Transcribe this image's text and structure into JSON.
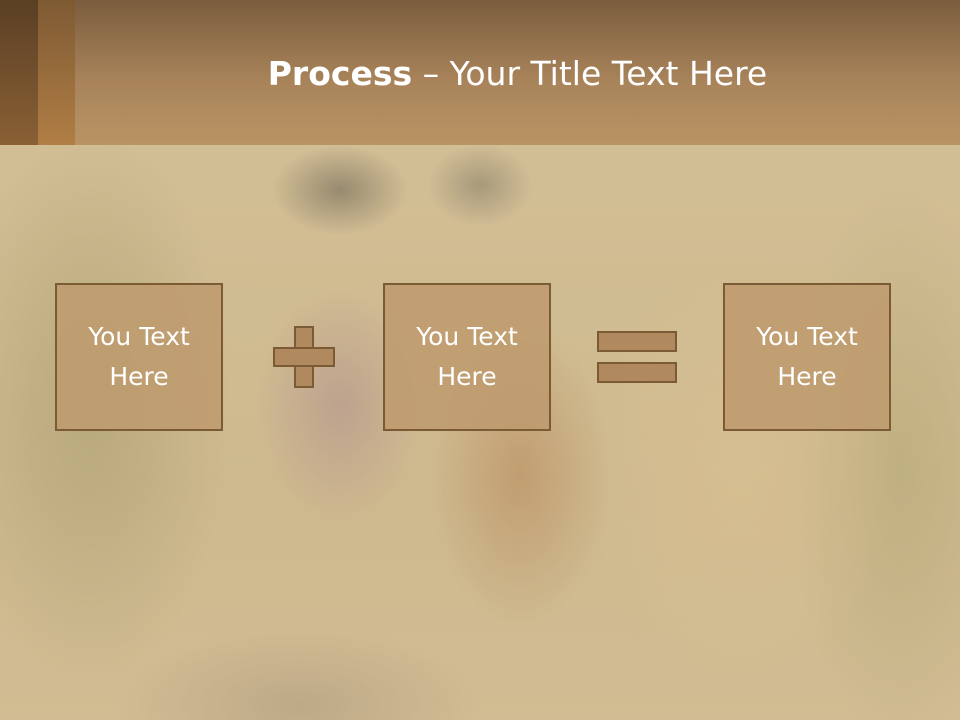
{
  "slide": {
    "title_bold": "Process",
    "title_rest": " – Your Title Text Here"
  },
  "boxes": [
    {
      "text": "You Text\nHere"
    },
    {
      "text": "You Text\nHere"
    },
    {
      "text": "You Text\nHere"
    }
  ],
  "operators": {
    "first": "plus-icon",
    "second": "equals-icon"
  },
  "colors": {
    "header": "#a8835a",
    "box_fill": "#be9b6e",
    "box_border": "#7b5a36",
    "text": "#ffffff"
  }
}
